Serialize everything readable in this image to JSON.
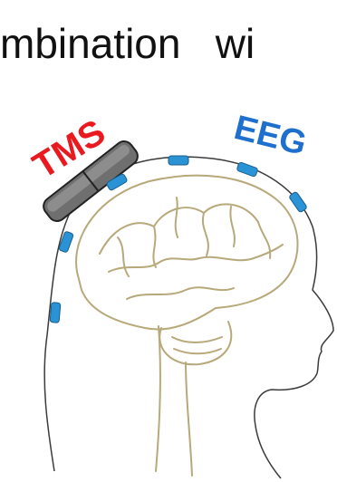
{
  "caption_fragment": "mbination   wi",
  "labels": {
    "tms": "TMS",
    "eeg": "EEG"
  },
  "colors": {
    "tms": "#e8191f",
    "eeg": "#1f6fcf",
    "brain": "#b7a97a",
    "head_outline": "#3b3b3b",
    "coil": "#6f6f6f",
    "electrode": "#2a93d5"
  },
  "icons": [
    "tms-coil-icon",
    "eeg-electrode-icon",
    "brain-icon",
    "head-profile-icon"
  ]
}
